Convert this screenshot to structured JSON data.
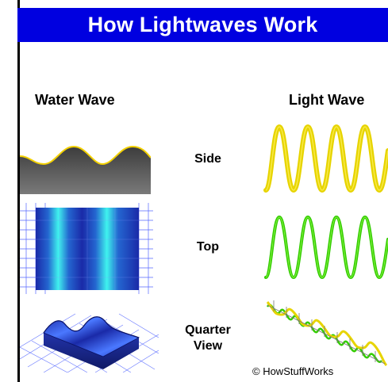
{
  "title": "How Lightwaves Work",
  "columns": {
    "left": "Water Wave",
    "right": "Light Wave"
  },
  "rows": {
    "side": "Side",
    "top": "Top",
    "quarter_line1": "Quarter",
    "quarter_line2": "View"
  },
  "credit": "© HowStuffWorks",
  "colors": {
    "banner": "#0000e0",
    "water_side": "#5a5a5a",
    "water_crest": "#f2d000",
    "water_top": "#1a2fb0",
    "water_highlight": "#3ff3ee",
    "grid": "#5566ff",
    "light_yellow": "#e7d400",
    "light_green": "#33cc00"
  },
  "icons": {
    "copyright": "copyright-icon"
  }
}
